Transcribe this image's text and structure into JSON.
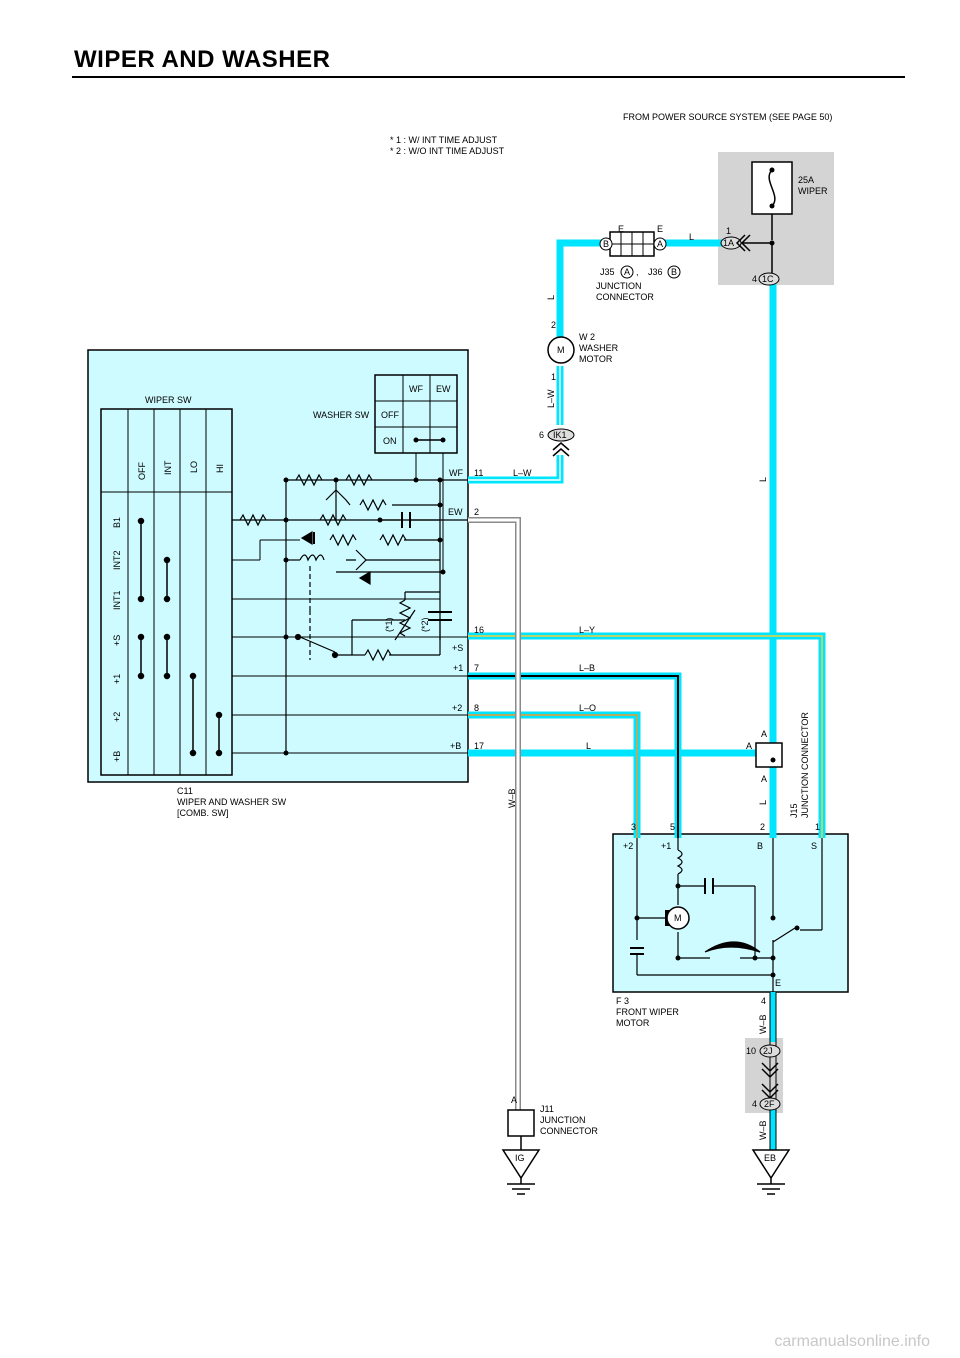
{
  "title": "WIPER AND WASHER",
  "footnotes": [
    "* 1 : W/ INT TIME ADJUST",
    "* 2 : W/O INT TIME ADJUST"
  ],
  "power_source": "FROM POWER SOURCE SYSTEM (SEE PAGE 50)",
  "fuse": {
    "rating": "25A",
    "name": "WIPER"
  },
  "junction_connector_j35_j36": {
    "pin_left": "E",
    "pin_right": "E",
    "pin_left_id": "B",
    "pin_right_id": "A",
    "j35": "J35",
    "j35_id": "A",
    "sep": ",",
    "j36": "J36",
    "j36_id": "B",
    "line1": "JUNCTION",
    "line2": "CONNECTOR"
  },
  "washer_motor": {
    "code": "W 2",
    "line1": "WASHER",
    "line2": "MOTOR",
    "symbol": "M",
    "pin_top": "2",
    "pin_bottom": "1"
  },
  "connector_1a": {
    "pin": "1",
    "id": "1A"
  },
  "connector_1c": {
    "pin": "4",
    "id": "1C"
  },
  "connector_ik1": {
    "pin": "6",
    "id": "IK1"
  },
  "wire_colors": {
    "l": "L",
    "lw": "L–W",
    "ly": "L–Y",
    "lb": "L–B",
    "lo": "L–O",
    "wb": "W–B"
  },
  "combo_switch": {
    "wiper_sw_label": "WIPER SW",
    "positions": [
      "OFF",
      "INT",
      "LO",
      "HI"
    ],
    "rows": [
      "B1",
      "INT2",
      "INT1",
      "+S",
      "+1",
      "+2",
      "+B"
    ],
    "washer_sw_label": "WASHER SW",
    "washer_cols": [
      "WF",
      "EW"
    ],
    "washer_rows": [
      "OFF",
      "ON"
    ],
    "note1": "(*1)",
    "note2": "(*2)",
    "code": "C11",
    "line1": "WIPER AND WASHER SW",
    "line2": "[COMB.  SW]"
  },
  "terminals": [
    {
      "name": "WF",
      "pin": "11"
    },
    {
      "name": "EW",
      "pin": "2"
    },
    {
      "name": "+S",
      "pin": "16"
    },
    {
      "name": "+1",
      "pin": "7"
    },
    {
      "name": "+2",
      "pin": "8"
    },
    {
      "name": "+B",
      "pin": "17"
    }
  ],
  "junction_j15": {
    "pin_top": "A",
    "pin_left": "A",
    "pin_bottom": "A",
    "code": "J15",
    "name": "JUNCTION CONNECTOR"
  },
  "front_wiper_motor": {
    "pins": [
      "3",
      "5",
      "2",
      "1"
    ],
    "terms": [
      "+2",
      "+1",
      "B",
      "S"
    ],
    "ground_term": "E",
    "ground_pin": "4",
    "symbol": "M",
    "code": "F 3",
    "line1": "FRONT WIPER",
    "line2": "MOTOR"
  },
  "connector_2j": {
    "pin": "10",
    "id": "2J"
  },
  "connector_2f": {
    "pin": "4",
    "id": "2F"
  },
  "junction_j11": {
    "pin": "A",
    "code": "J11",
    "line1": "JUNCTION",
    "line2": "CONNECTOR"
  },
  "ground_ig": "IG",
  "ground_eb": "EB",
  "watermark": "carmanualsonline.info",
  "colors": {
    "wire_blue": "#00e5ff",
    "panel_fill": "#cefbff",
    "fuse_panel": "#d4d4d4",
    "yellow": "#f2d13c",
    "orange": "#f09a2e"
  }
}
